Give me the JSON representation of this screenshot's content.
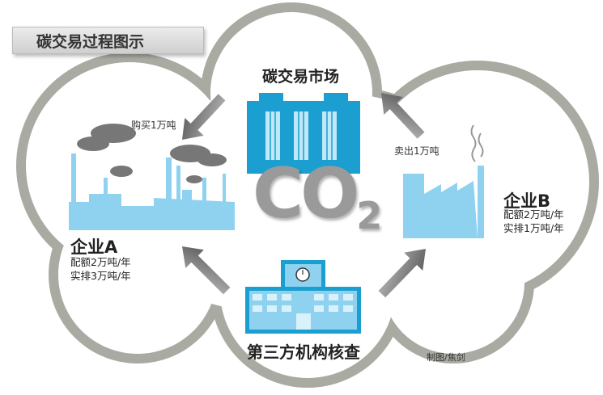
{
  "title": "碳交易过程图示",
  "market": {
    "label": "碳交易市场"
  },
  "center": {
    "main": "CO",
    "sub": "2"
  },
  "enterprise_a": {
    "name": "企业A",
    "quota": "配额2万吨/年",
    "actual": "实排3万吨/年",
    "action": "购买1万吨"
  },
  "enterprise_b": {
    "name": "企业B",
    "quota": "配额2万吨/年",
    "actual": "实排1万吨/年",
    "action": "卖出1万吨"
  },
  "third_party": {
    "label": "第三方机构核查"
  },
  "credit": "制图/焦剑",
  "colors": {
    "building_dark": "#1a9fd0",
    "building_light": "#8fd2f0",
    "cloud_border": "#a9aaa2",
    "arrow": "#777777"
  }
}
